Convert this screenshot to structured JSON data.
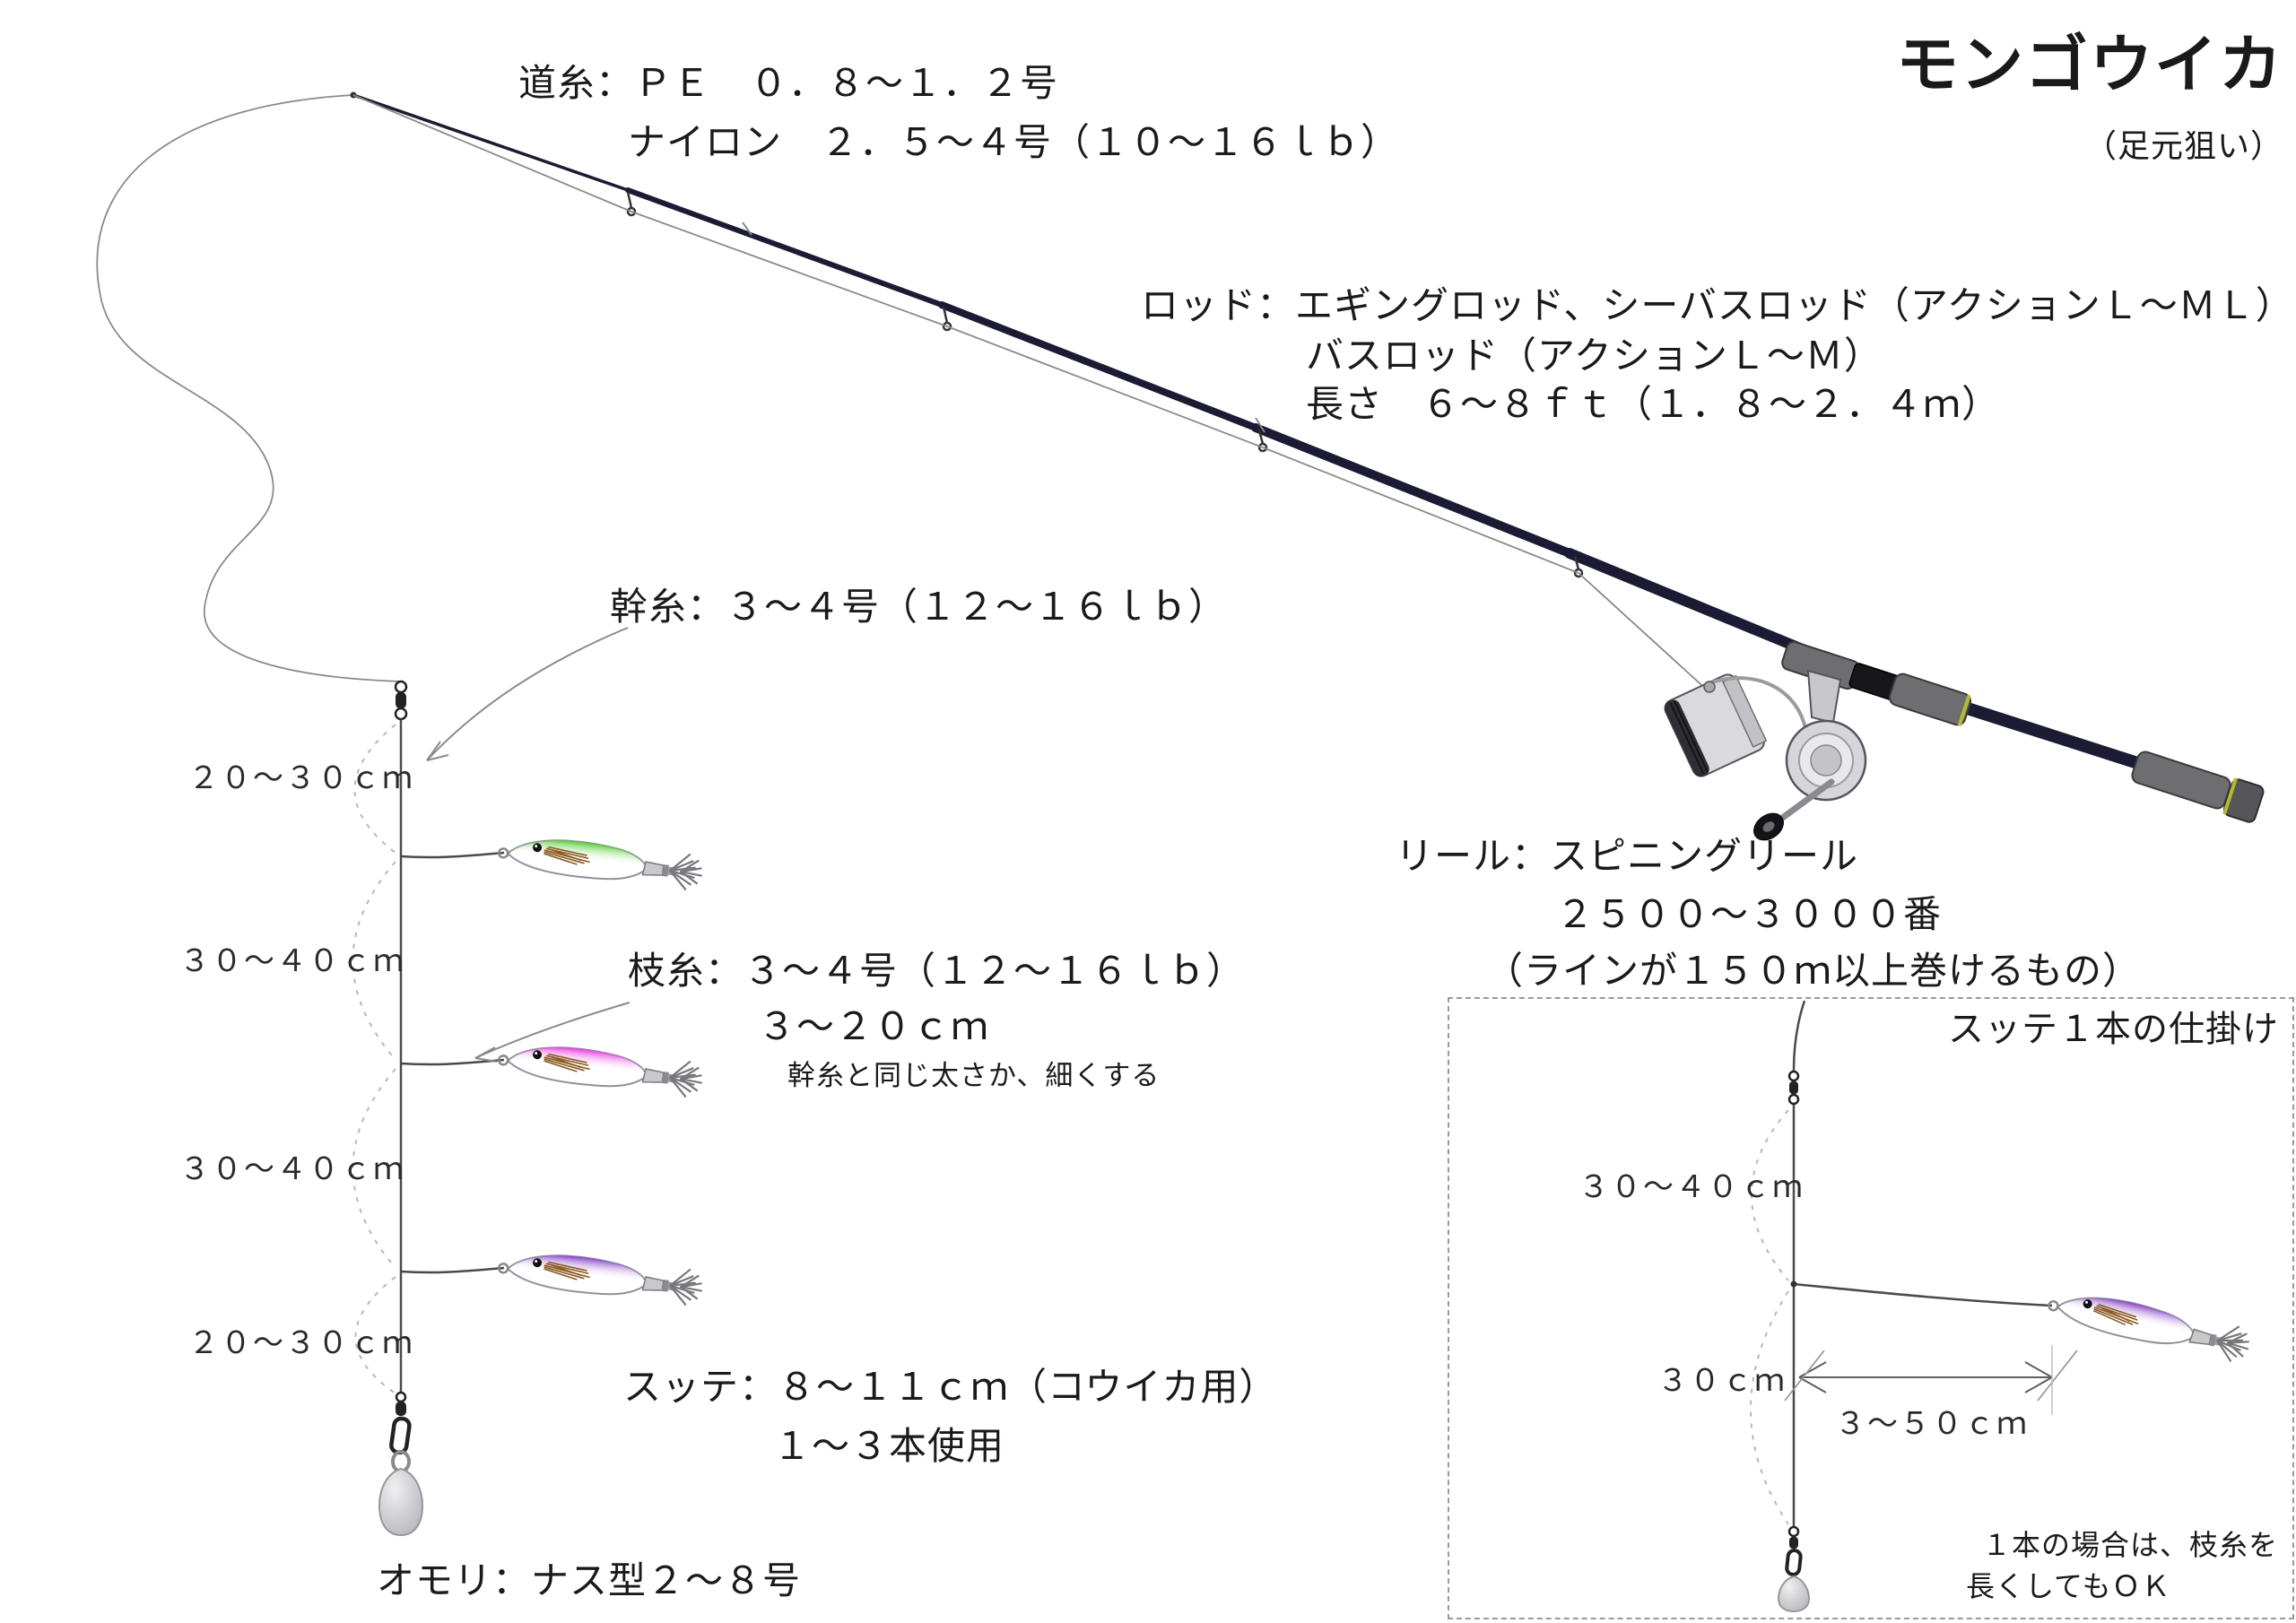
{
  "title": {
    "main": "モンゴウイカ",
    "sub": "（足元狙い）"
  },
  "annotations": {
    "michiito": {
      "line1": "道糸：ＰＥ　０．８〜１．２号",
      "line2": "ナイロン　２．５〜４号（１０〜１６ｌｂ）"
    },
    "rod": {
      "line1": "ロッド：エギングロッド、シーバスロッド（アクションＬ〜ＭＬ）",
      "line2": "バスロッド（アクションＬ〜Ｍ）",
      "line3": "長さ　６〜８ｆｔ（１．８〜２．４ｍ）"
    },
    "mikiito": {
      "label": "幹糸：３〜４号（１２〜１６ｌｂ）"
    },
    "edaito": {
      "line1": "枝糸：３〜４号（１２〜１６ｌｂ）",
      "line2": "３〜２０ｃｍ",
      "note": "幹糸と同じ太さか、細くする"
    },
    "reel": {
      "line1": "リール：スピニングリール",
      "line2": "２５００〜３０００番",
      "line3": "（ラインが１５０ｍ以上巻けるもの）"
    },
    "sutte": {
      "line1": "スッテ：８〜１１ｃｍ（コウイカ用）",
      "line2": "１〜３本使用"
    },
    "omori": {
      "label": "オモリ：ナス型２〜８号"
    }
  },
  "rig_measurements": {
    "seg1": "２０〜３０ｃｍ",
    "seg2": "３０〜４０ｃｍ",
    "seg3": "３０〜４０ｃｍ",
    "seg4": "２０〜３０ｃｍ"
  },
  "inset": {
    "title": "スッテ１本の仕掛け",
    "seg1": "３０〜４０ｃｍ",
    "seg2": "３０ｃｍ",
    "branch_length": "３〜５０ｃｍ",
    "note_line1": "１本の場合は、枝糸を",
    "note_line2": "長くしてもＯＫ"
  },
  "colors": {
    "text": "#1a1a1a",
    "rod_blank": "#1b1b34",
    "grip": "#6e6e70",
    "line": "#4a4a4a",
    "dashed_guide": "#b8b8b8",
    "sutte_green": "#55cc33",
    "sutte_pink": "#e93fe0",
    "sutte_purple": "#8a46c8",
    "feather_brown": "#8a5a20"
  }
}
